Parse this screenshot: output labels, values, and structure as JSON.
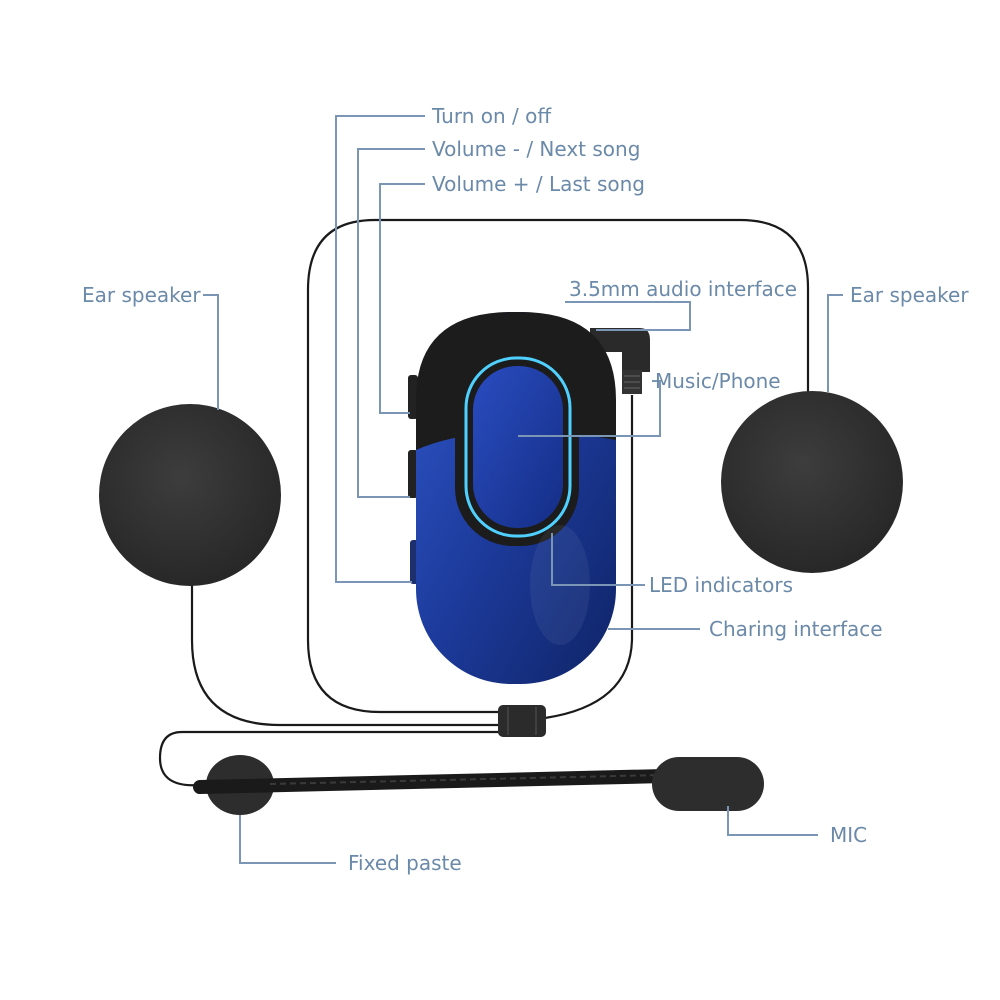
{
  "labels": {
    "turn_on_off": "Turn on / off",
    "volume_minus": "Volume - / Next song",
    "volume_plus": "Volume + / Last song",
    "audio_interface": "3.5mm audio interface",
    "ear_speaker_left": "Ear speaker",
    "ear_speaker_right": "Ear speaker",
    "music_phone": "Music/Phone",
    "led_indicators": "LED indicators",
    "charging_interface": "Charing interface",
    "mic": "MIC",
    "fixed_paste": "Fixed paste"
  },
  "colors": {
    "label_text": "#6b89a8",
    "leader_line": "#7a96b4",
    "device_blue": "#1f3fa3",
    "device_black": "#1c1c1c",
    "led_glow": "#4fd0ff",
    "speaker_pad": "#333333"
  }
}
